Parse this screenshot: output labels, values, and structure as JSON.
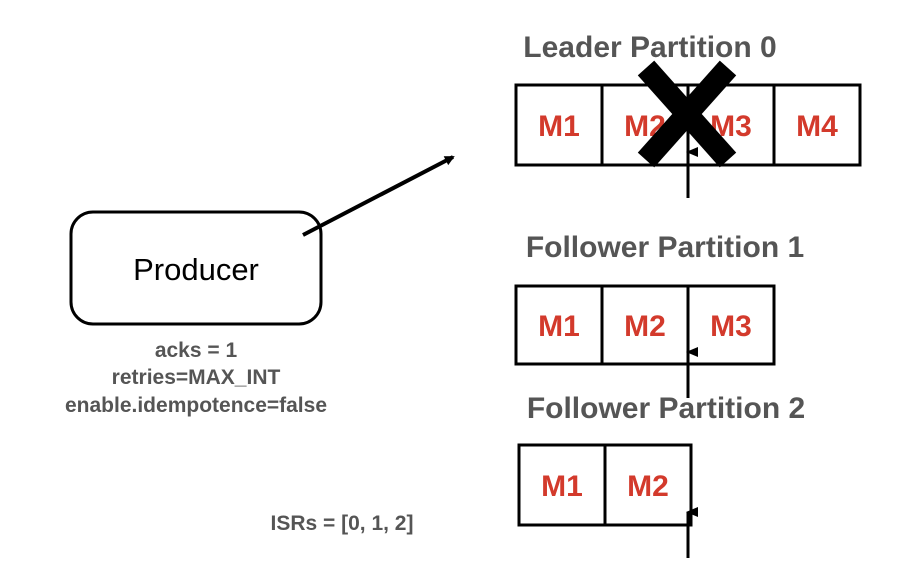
{
  "producer": {
    "label": "Producer",
    "config": [
      "acks = 1",
      "retries=MAX_INT",
      "enable.idempotence=false"
    ]
  },
  "partitions": [
    {
      "title": "Leader Partition 0",
      "messages": [
        "M1",
        "M2",
        "M3",
        "M4"
      ],
      "failed_message": "M2"
    },
    {
      "title": "Follower Partition 1",
      "messages": [
        "M1",
        "M2",
        "M3"
      ]
    },
    {
      "title": "Follower Partition 2",
      "messages": [
        "M1",
        "M2"
      ]
    }
  ],
  "isr": {
    "label": "ISRs = [0, 1, 2]"
  },
  "colors": {
    "message_text": "#d33a2c",
    "title_text": "#555555",
    "stroke": "#000000"
  }
}
